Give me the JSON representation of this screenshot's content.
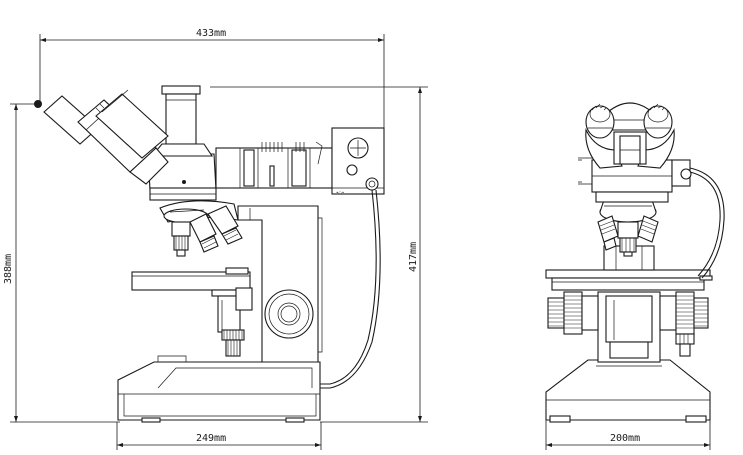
{
  "dimensions": {
    "overall_width": "433mm",
    "eyepiece_height": "388mm",
    "overall_height": "417mm",
    "base_depth": "249mm",
    "front_width": "200mm"
  },
  "illuminator": {
    "tiny_label": "•○•"
  }
}
